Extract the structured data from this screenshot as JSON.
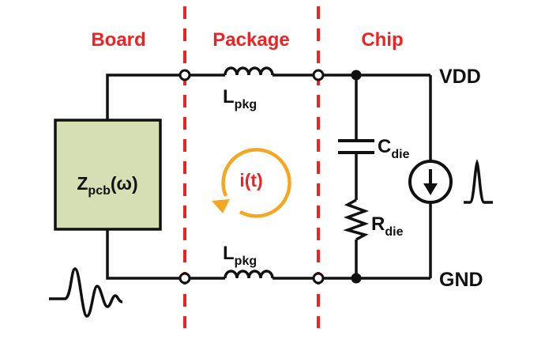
{
  "regions": {
    "board": "Board",
    "package": "Package",
    "chip": "Chip"
  },
  "rails": {
    "top": "VDD",
    "bottom": "GND"
  },
  "components": {
    "zpcb": {
      "main": "Z",
      "sub": "pcb",
      "suffix": "(ω)"
    },
    "lpkg_top": {
      "main": "L",
      "sub": "pkg"
    },
    "lpkg_bottom": {
      "main": "L",
      "sub": "pkg"
    },
    "cdie": {
      "main": "C",
      "sub": "die"
    },
    "rdie": {
      "main": "R",
      "sub": "die"
    }
  },
  "current_loop": {
    "label": "i(t)"
  },
  "colors": {
    "divider": "#ee2222",
    "region_label": "#ee2222",
    "wire": "#111111",
    "impedance_box_fill": "#d6dfb3",
    "loop_arrow": "#f5a623",
    "current_label": "#ee2222"
  },
  "icons": {
    "current_source": "current-source-down-arrow-icon",
    "pulse": "current-pulse-icon",
    "noise": "noise-waveform-icon"
  }
}
